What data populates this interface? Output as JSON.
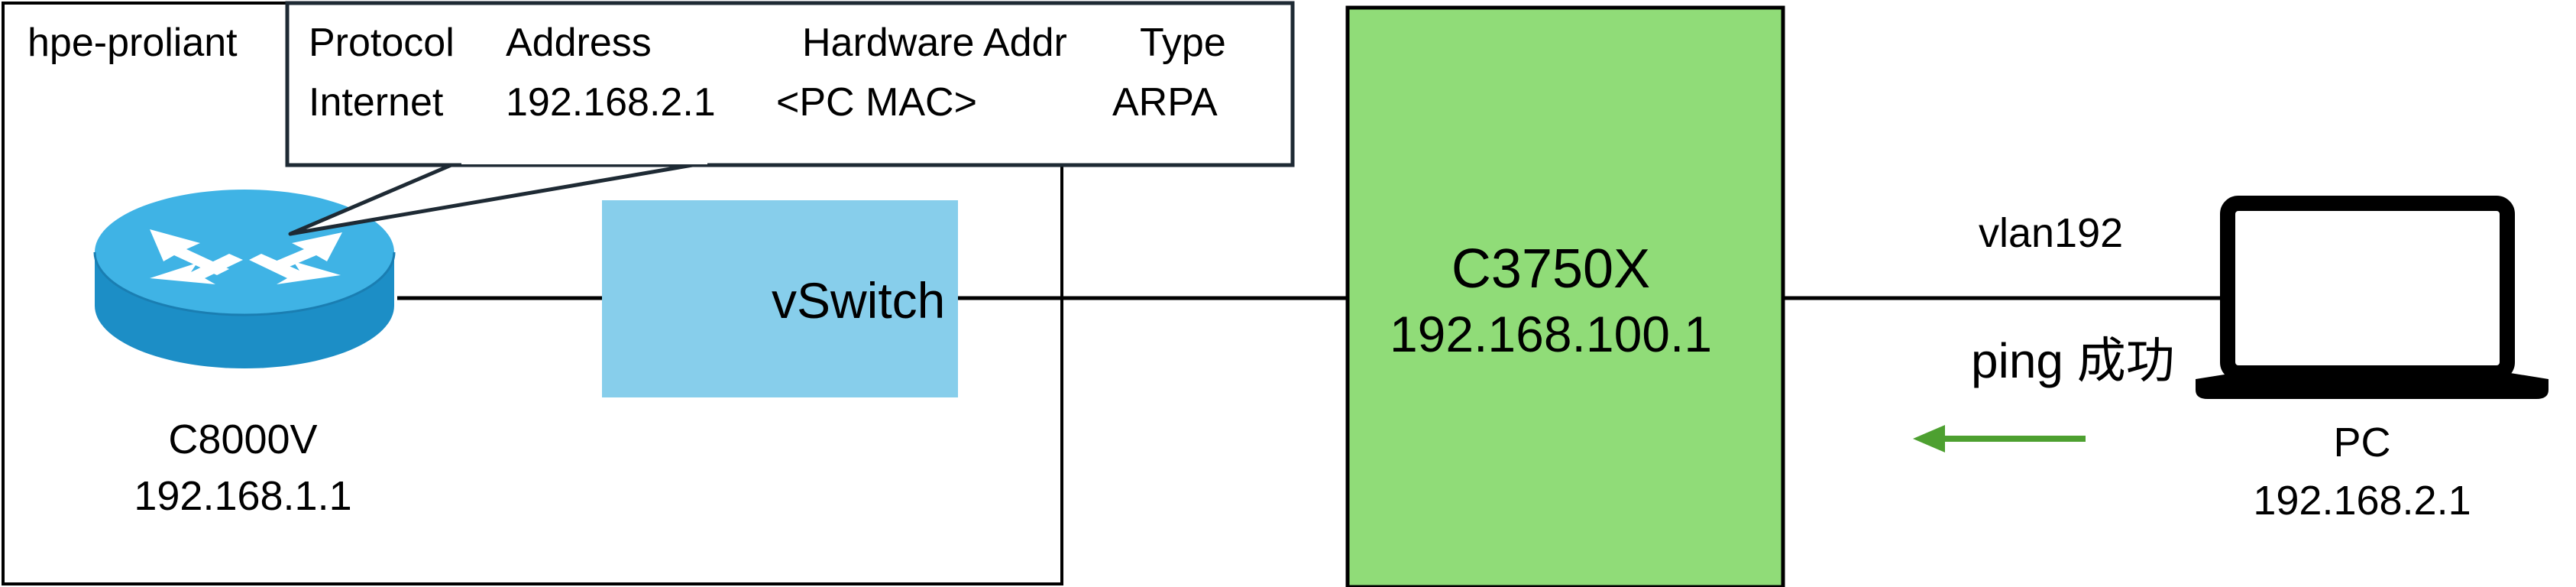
{
  "host": {
    "label": "hpe-proliant"
  },
  "arp_table": {
    "headers": {
      "protocol": "Protocol",
      "address": "Address",
      "hardware_addr": "Hardware Addr",
      "type": "Type"
    },
    "row": {
      "protocol": "Internet",
      "address": "192.168.2.1",
      "hardware_addr": "<PC MAC>",
      "type": "ARPA"
    }
  },
  "router": {
    "name": "C8000V",
    "ip": "192.168.1.1",
    "icon": "router-icon"
  },
  "vswitch": {
    "label": "vSwitch",
    "fill": "#87CEEB"
  },
  "switch": {
    "name": "C3750X",
    "ip": "192.168.100.1",
    "fill": "#90DC78"
  },
  "link": {
    "vlan": "vlan192",
    "ping": "ping 成功",
    "arrow_color": "#4DA030",
    "direction": "PC → C3750X"
  },
  "pc": {
    "name": "PC",
    "ip": "192.168.2.1",
    "icon": "laptop-icon"
  },
  "colors": {
    "router_blue": "#1E90C8",
    "router_top": "#40B4E6",
    "outline": "#000000",
    "callout_border": "#1E2A34"
  }
}
